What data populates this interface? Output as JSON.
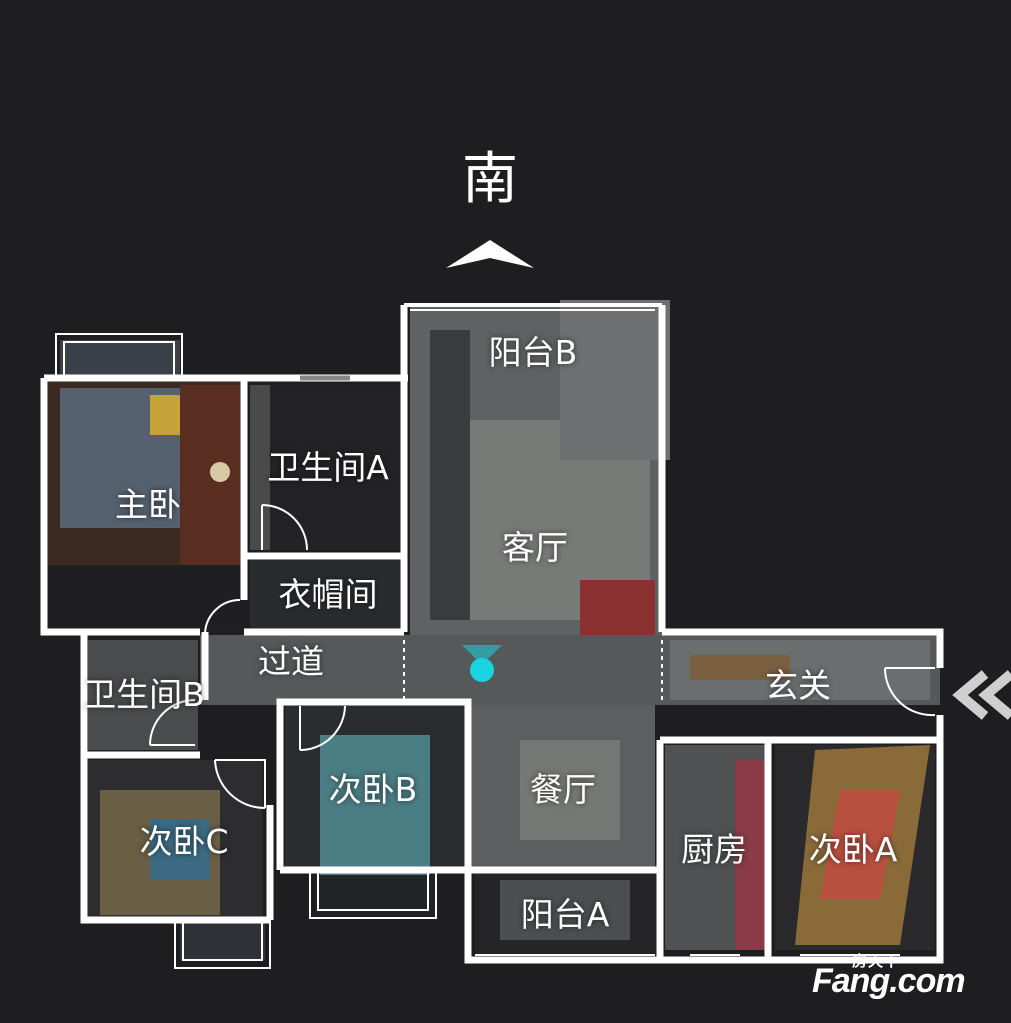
{
  "compass": {
    "label": "南"
  },
  "rooms": {
    "balcony_b": "阳台B",
    "bathroom_a": "卫生间A",
    "master_bedroom": "主卧",
    "living_room": "客厅",
    "cloakroom": "衣帽间",
    "hallway": "过道",
    "entrance": "玄关",
    "bathroom_b": "卫生间B",
    "bedroom_b": "次卧B",
    "dining_room": "餐厅",
    "bedroom_c": "次卧C",
    "kitchen": "厨房",
    "bedroom_a": "次卧A",
    "balcony_a": "阳台A"
  },
  "watermark": {
    "small": "房天下",
    "big": "Fang.com"
  },
  "colors": {
    "background": "#1e1d20",
    "wall": "#ffffff",
    "marker": "#19d3e0"
  }
}
